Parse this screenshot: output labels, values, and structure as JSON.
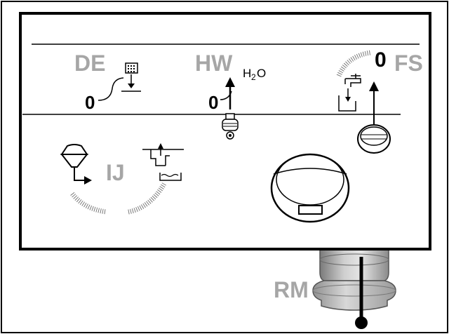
{
  "labels": {
    "de": "DE",
    "hw": "HW",
    "h2o_h": "H",
    "h2o_2": "2",
    "h2o_o": "O",
    "fs": "FS",
    "ij": "IJ",
    "rm": "RM"
  },
  "values": {
    "de_value": "0",
    "hw_value": "0",
    "fs_value": "0"
  },
  "colors": {
    "label_gray": "#a6a6a6",
    "line_black": "#000000",
    "background": "#ffffff"
  },
  "icons": [
    "dosing-icon",
    "water-tap-icon",
    "hopper-icon",
    "overflow-tank-icon",
    "arrow-up-icon"
  ]
}
